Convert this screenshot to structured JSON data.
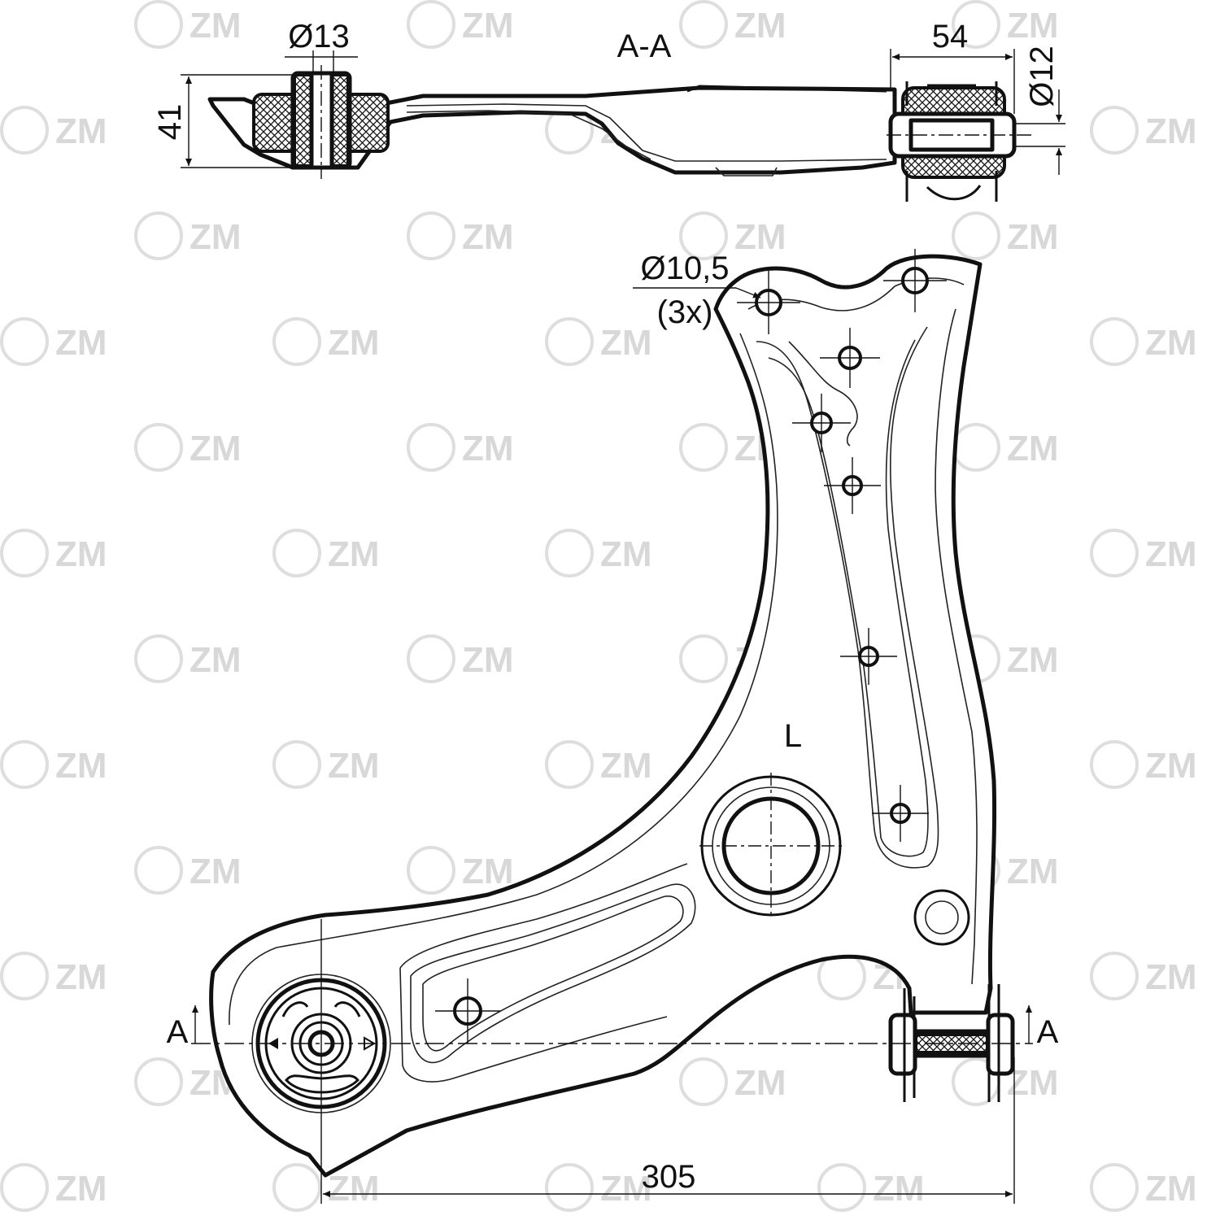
{
  "watermark": {
    "text": "ZM"
  },
  "section": {
    "title": "A-A"
  },
  "dimensions": {
    "bushing_diameter": "Ø13",
    "section_height": "41",
    "rear_bushing_width": "54",
    "rear_bushing_diameter": "Ø12",
    "mount_hole_diameter": "Ø10,5",
    "mount_hole_count": "(3x)",
    "overall_length": "305"
  },
  "markers": {
    "side": "L",
    "section_left": "A",
    "section_right": "A"
  }
}
